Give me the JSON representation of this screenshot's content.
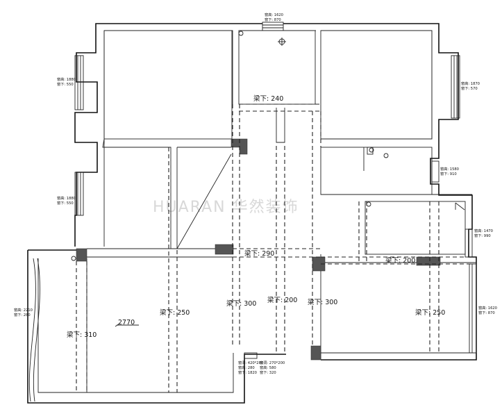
{
  "watermark": "HUARAN 华然装饰",
  "beam_labels": {
    "top_center": "梁下: 240",
    "middle_center": "梁下: 290",
    "right_middle": "梁下: 200",
    "left_room": "梁下: 310",
    "living_left": "梁下: 250",
    "center_a": "梁下: 300",
    "center_b": "梁下: 200",
    "center_c": "梁下: 300",
    "right_room": "梁下: 250"
  },
  "dimension": "2770",
  "windows": {
    "top": [
      "窗高: 1620",
      "窗下: 870"
    ],
    "left_upper": [
      "窗高: 1880",
      "窗下: 550"
    ],
    "left_lower": [
      "窗高: 1880",
      "窗下: 550"
    ],
    "left_balcony": [
      "窗高: 2210",
      "窗下: 280"
    ],
    "right_upper": [
      "窗高: 1870",
      "窗下: 570"
    ],
    "right_mid": [
      "窗高: 1580",
      "窗下: 910"
    ],
    "right_small": [
      "窗高: 1470",
      "窗下: 990"
    ],
    "right_lower": [
      "窗高: 1620",
      "窗下: 870"
    ],
    "bottom_a": [
      "窗洞: 420*280",
      "窗高: 280",
      "窗下: 1820"
    ],
    "bottom_b": [
      "窗洞: 270*200",
      "窗高: 580",
      "窗下: 320"
    ]
  }
}
